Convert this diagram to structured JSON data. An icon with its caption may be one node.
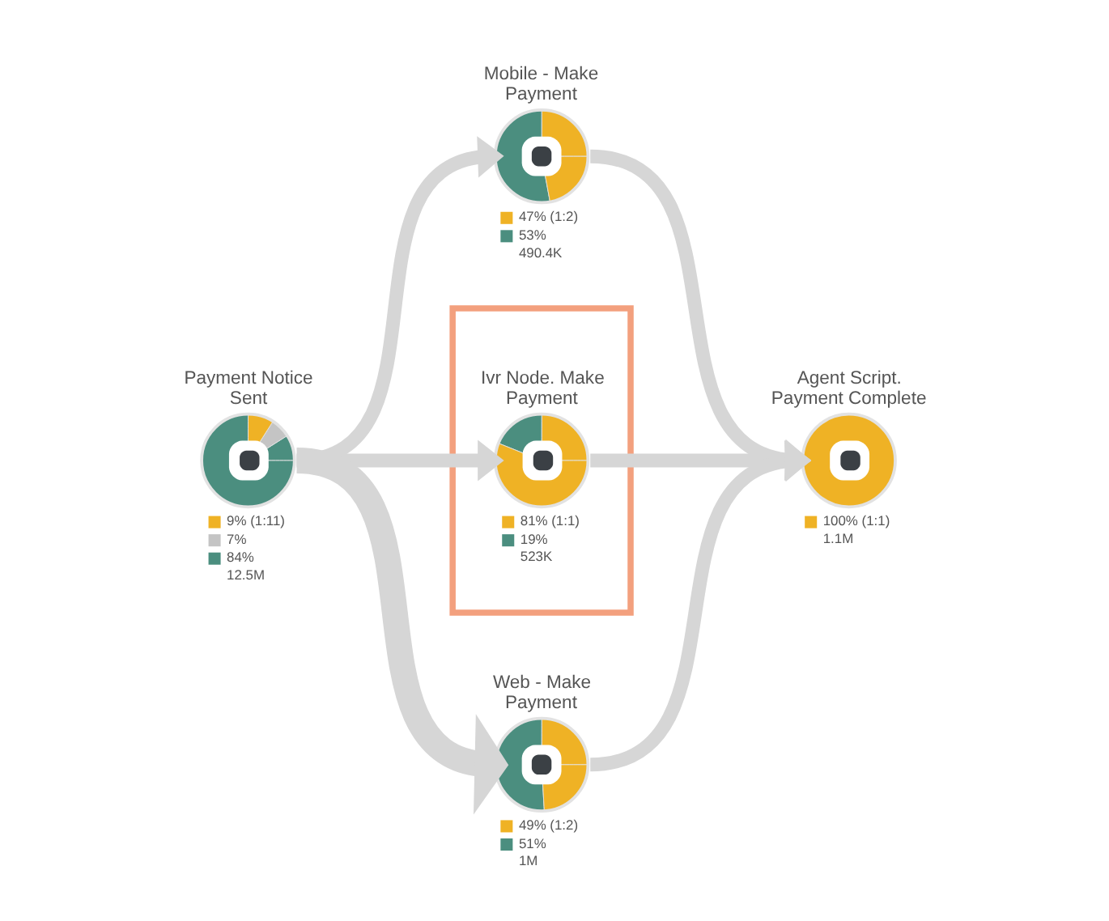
{
  "diagram": {
    "nodes": [
      {
        "text": [
          "Mobile - Make Payment"
        ],
        "beside": [
          "47% (1:2)",
          "53%",
          "490.4K"
        ]
      },
      {
        "text": [
          "Payment Notice Sent"
        ],
        "beside": [
          "9% (1:11)",
          "7%",
          "84%",
          "12.5M"
        ]
      },
      {
        "text": [],
        "shape": "box"
      },
      {
        "text": [
          "Ivr Node. Make Payment"
        ],
        "in": 2,
        "beside": [
          "81% (1:1)",
          "19%",
          "523K"
        ]
      },
      {
        "text": [
          "Agent Script. Payment Complete"
        ],
        "beside": [
          "100% (1:1)",
          "1.1M"
        ]
      },
      {
        "text": [
          "Web - Make Payment"
        ],
        "beside": [
          "49% (1:2)",
          "51%",
          "1M"
        ]
      }
    ],
    "edges": [
      {
        "from": 1,
        "to": 0,
        "arrow": "to"
      },
      {
        "from": 1,
        "to": 3,
        "arrow": "to"
      },
      {
        "from": 1,
        "to": 5,
        "arrow": "to",
        "style": "thick"
      },
      {
        "from": 0,
        "to": 4,
        "arrow": "to"
      },
      {
        "from": 3,
        "to": 4,
        "arrow": "to"
      },
      {
        "from": 5,
        "to": 4,
        "arrow": "to"
      }
    ]
  }
}
